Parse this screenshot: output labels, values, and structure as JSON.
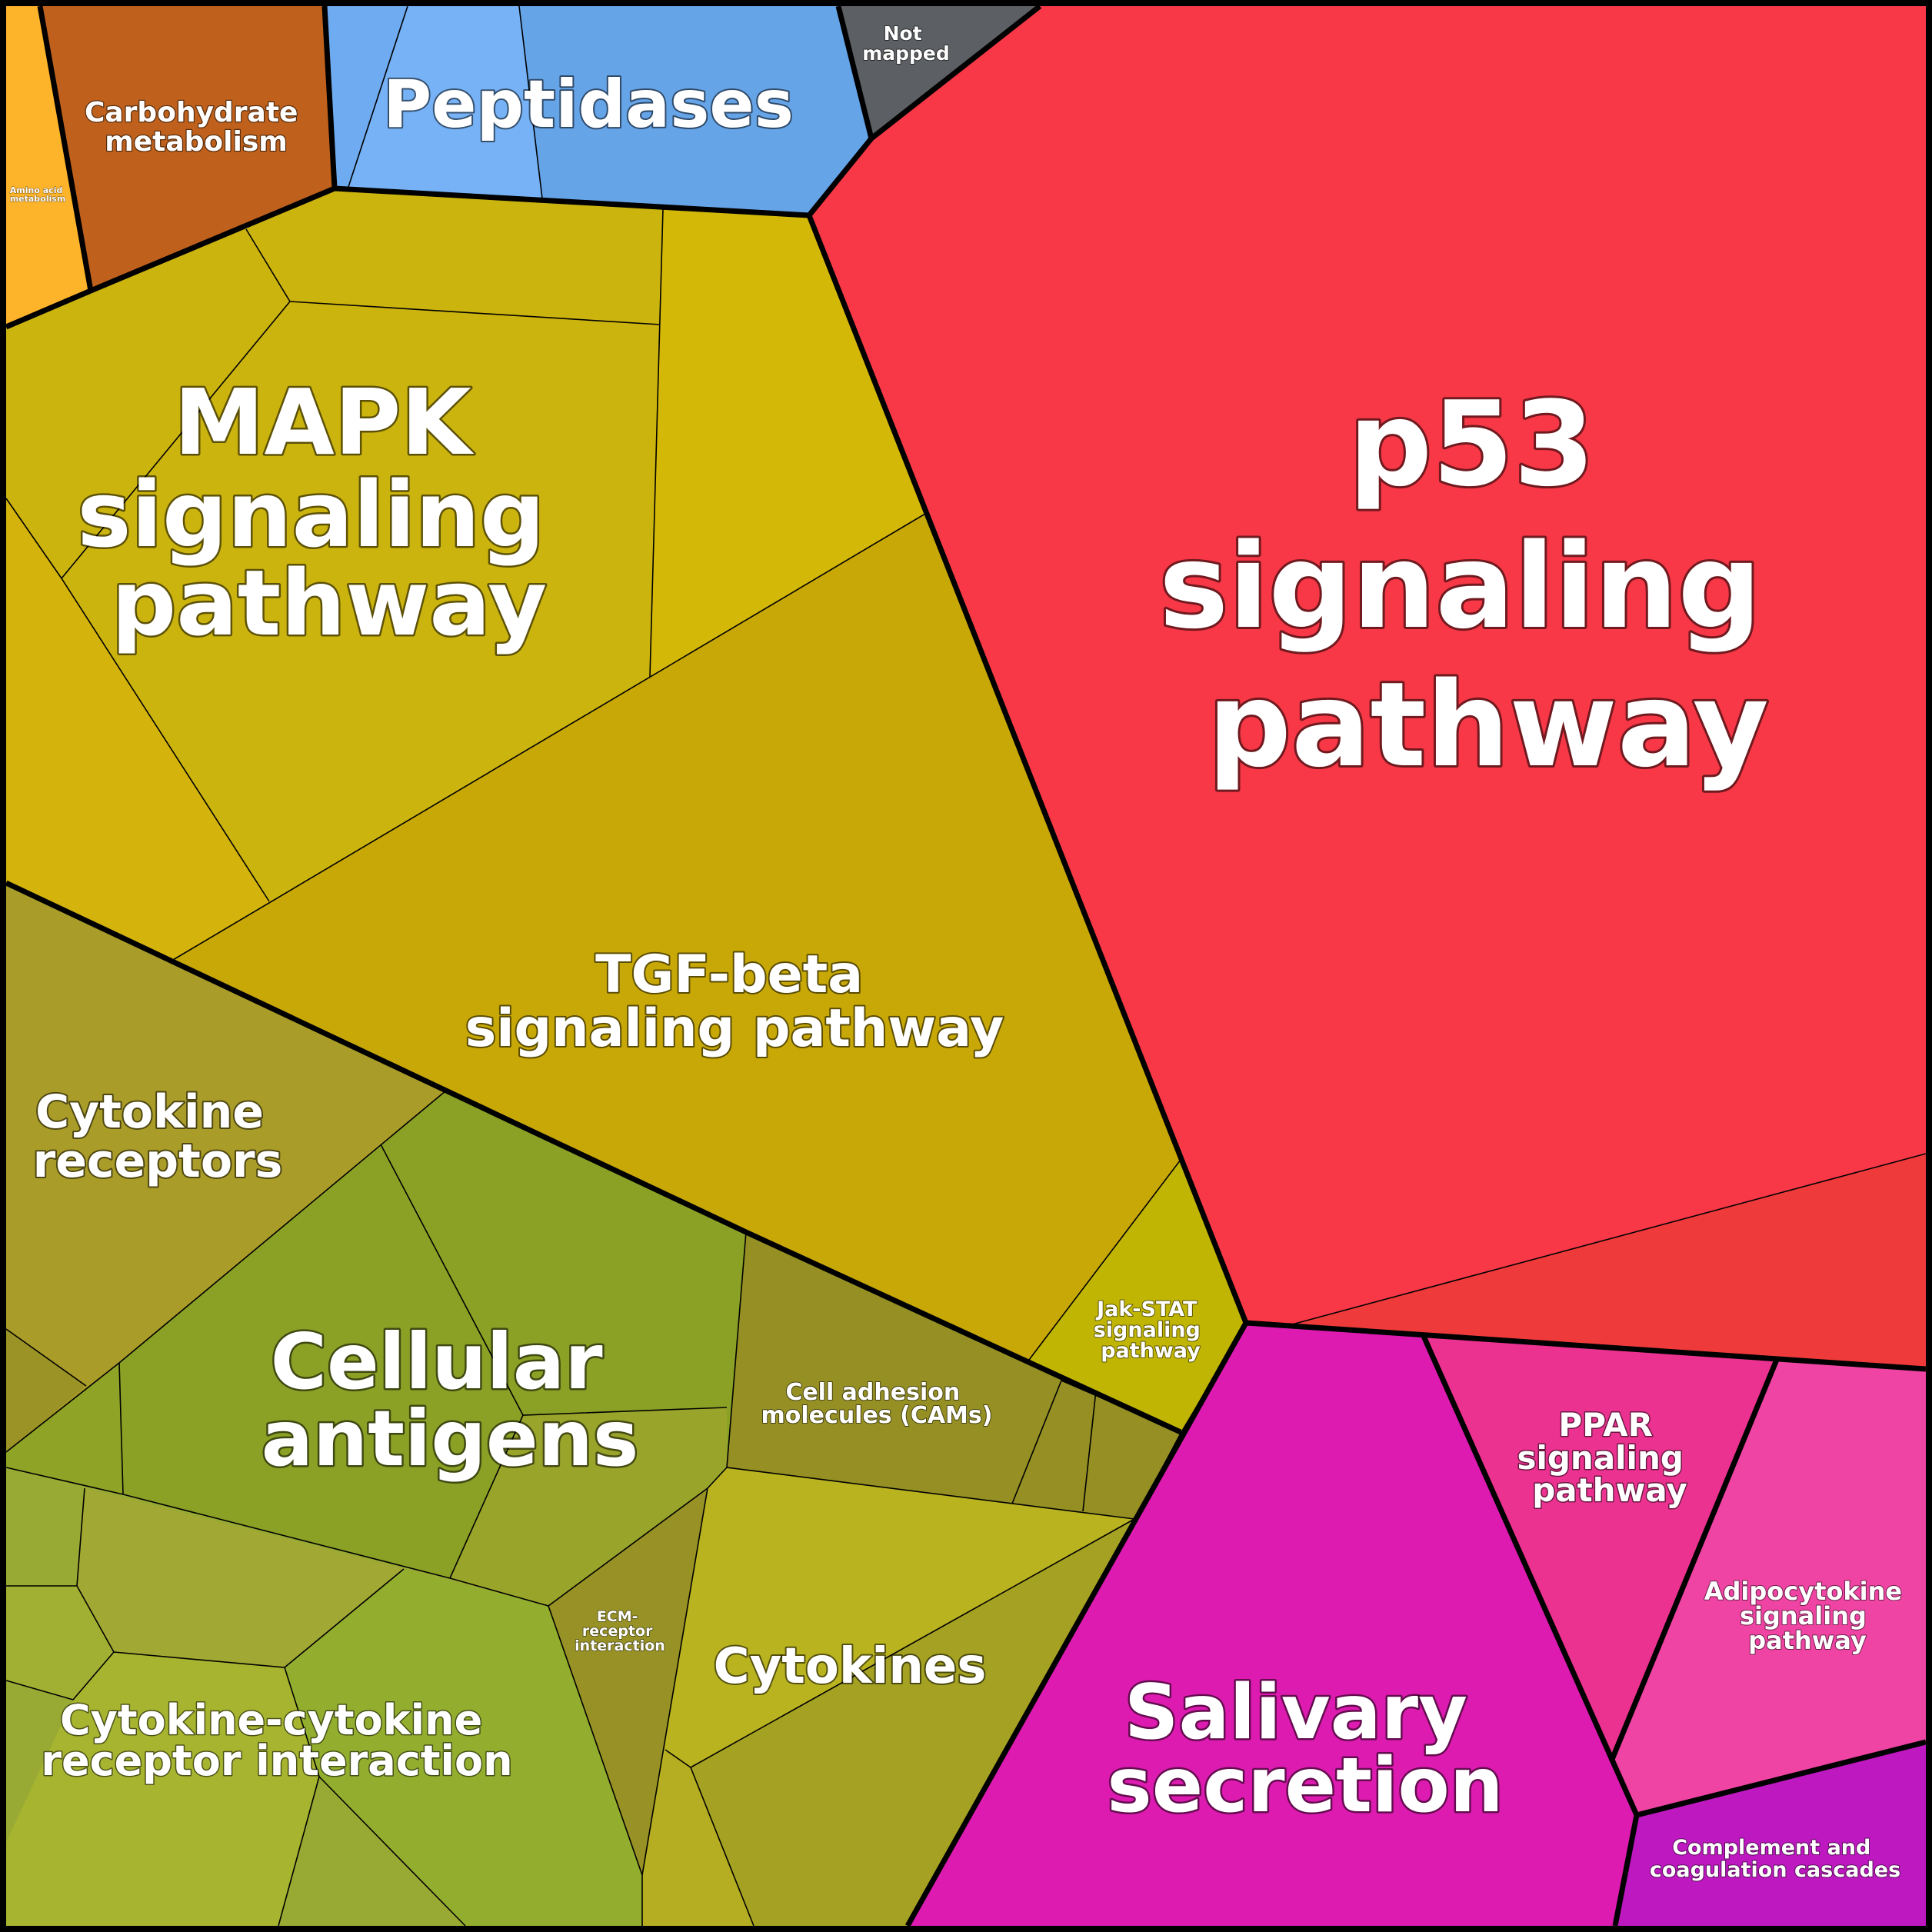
{
  "regions": {
    "p53": {
      "lines": [
        "p53",
        "signaling",
        "pathway"
      ]
    },
    "mapk": {
      "lines": [
        "MAPK",
        "signaling",
        "pathway"
      ]
    },
    "tgf": {
      "lines": [
        "TGF-beta",
        "signaling pathway"
      ]
    },
    "cytokine_receptors": {
      "lines": [
        "Cytokine",
        "receptors"
      ]
    },
    "cellular_antigens": {
      "lines": [
        "Cellular",
        "antigens"
      ]
    },
    "cell_adhesion": {
      "lines": [
        "Cell adhesion",
        "molecules (CAMs)"
      ]
    },
    "jak_stat": {
      "lines": [
        "Jak-STAT",
        "signaling",
        "pathway"
      ]
    },
    "cytokines": {
      "lines": [
        "Cytokines"
      ]
    },
    "ecm": {
      "lines": [
        "ECM-",
        "receptor",
        "interaction"
      ]
    },
    "cytokine_cytokine": {
      "lines": [
        "Cytokine-cytokine",
        "receptor interaction"
      ]
    },
    "salivary": {
      "lines": [
        "Salivary",
        "secretion"
      ]
    },
    "ppar": {
      "lines": [
        "PPAR",
        "signaling",
        "pathway"
      ]
    },
    "adipocytokine": {
      "lines": [
        "Adipocytokine",
        "signaling",
        "pathway"
      ]
    },
    "complement": {
      "lines": [
        "Complement and",
        "coagulation cascades"
      ]
    },
    "peptidases": {
      "lines": [
        "Peptidases"
      ]
    },
    "not_mapped": {
      "lines": [
        "Not",
        "mapped"
      ]
    },
    "carbohydrate": {
      "lines": [
        "Carbohydrate",
        "metabolism"
      ]
    },
    "amino_acid": {
      "lines": [
        "Amino acid",
        "metabolism"
      ]
    }
  },
  "colors": {
    "p53": "#f83846",
    "p53_sub": "#ee3a3a",
    "mapk": "#ccb40f",
    "mapk_light": "#d4b808",
    "tgf": "#c8a807",
    "cytokine_receptors": "#aa9c28",
    "cellular_antigens": "#8aa126",
    "cell_adhesion": "#958f24",
    "jak_stat": "#c1b504",
    "cytokines": "#bab320",
    "cytokines_dark": "#a5a223",
    "ecm": "#979126",
    "cytokine_cytokine": "#99aa34",
    "cytokine_cytokine_light": "#a6b430",
    "salivary": "#dd1bb0",
    "ppar": "#ec3290",
    "adipocytokine": "#ef44a3",
    "complement": "#be18c0",
    "peptidases": "#66a4e8",
    "peptidases_light": "#76b2f5",
    "not_mapped": "#5c5f63",
    "carbohydrate": "#bf611c",
    "amino_acid": "#feb42a"
  }
}
